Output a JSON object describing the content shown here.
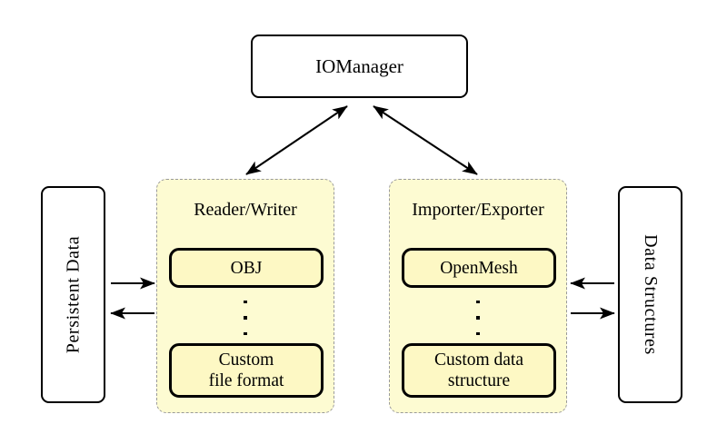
{
  "diagram": {
    "title_box": {
      "label": "IOManager"
    },
    "left_endpoint": {
      "label": "Persistent Data"
    },
    "right_endpoint": {
      "label": "Data Structures"
    },
    "panels": [
      {
        "id": "reader-writer",
        "title": "Reader/Writer",
        "first_item": "OBJ",
        "ellipsis": "⋮",
        "last_item_line1": "Custom",
        "last_item_line2": "file format"
      },
      {
        "id": "importer-exporter",
        "title": "Importer/Exporter",
        "first_item": "OpenMesh",
        "ellipsis": "⋮",
        "last_item_line1": "Custom data",
        "last_item_line2": "structure"
      }
    ],
    "colors": {
      "panel_fill": "#fdfbd2",
      "panel_border": "#9a9a9a",
      "item_fill": "#fdf8c4",
      "stroke": "#000000",
      "background": "#ffffff"
    }
  }
}
